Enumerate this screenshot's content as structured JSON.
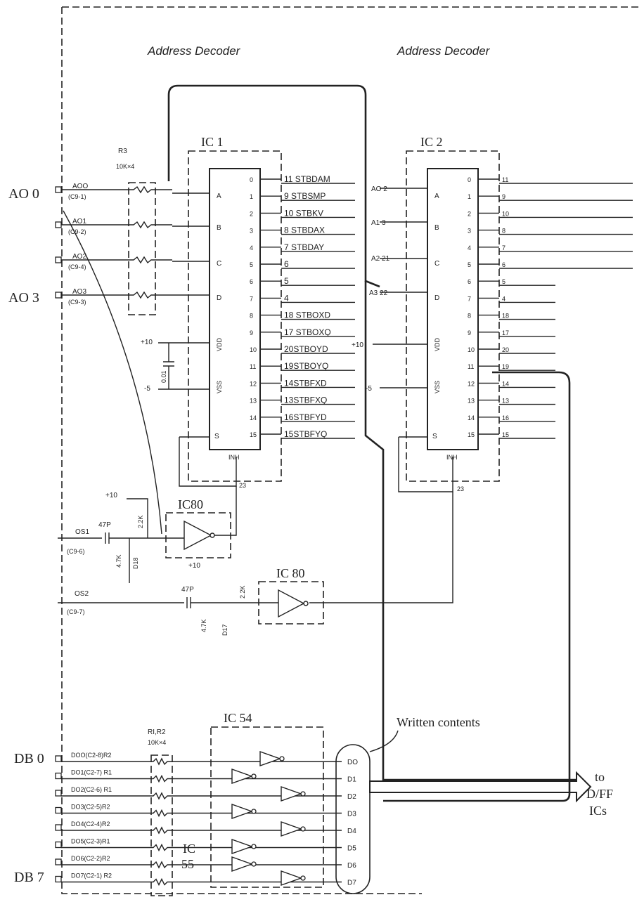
{
  "titles": {
    "left": "Address   Decoder",
    "right": "Address   Decoder"
  },
  "ic1": {
    "name": "IC 1",
    "inputs": [
      "A",
      "B",
      "C",
      "D"
    ],
    "supply": [
      "VDD",
      "VSS"
    ],
    "s": "S",
    "inh": "INH",
    "outputs": [
      "0",
      "1",
      "2",
      "3",
      "4",
      "5",
      "6",
      "7",
      "8",
      "9",
      "10",
      "11",
      "12",
      "13",
      "14",
      "15"
    ]
  },
  "ic2": {
    "name": "IC 2"
  },
  "resistors": {
    "r3": "R3",
    "r3v": "10K×4",
    "r12": "RI,R2",
    "r12v": "10K×4"
  },
  "ports": {
    "ao0": "AO 0",
    "ao3": "AO 3",
    "db0": "DB 0",
    "db7": "DB 7",
    "a_rows": [
      {
        "name": "AOO",
        "conn": "(C9-1)"
      },
      {
        "name": "AO1",
        "conn": "(C9-2)"
      },
      {
        "name": "AO2",
        "conn": "(C9-4)"
      },
      {
        "name": "AO3",
        "conn": "(C9-3)"
      }
    ],
    "os1": "OS1",
    "os1c": "(C9-6)",
    "os2": "OS2",
    "os2c": "(C9-7)",
    "d_rows": [
      "DOO(C2-8)R2",
      "DO1(C2-7) R1",
      "DO2(C2-6) R1",
      "DO3(C2-5)R2",
      "DO4(C2-4)R2",
      "DO5(C2-3)R1",
      "DO6(C2-2)R2",
      "DO7(C2-1) R2"
    ]
  },
  "strobes": [
    "11 STBDAM",
    "9 STBSMP",
    "10 STBKV",
    "8 STBDAX",
    "7 STBDAY",
    "6",
    "5",
    "4",
    "18 STBOXD",
    "17 STBOXQ",
    "20STBOYD",
    "19STBOYQ",
    "14STBFXD",
    "13STBFXQ",
    "16STBFYD",
    "15STBFYQ"
  ],
  "ic2_out": [
    "11",
    "9",
    "10",
    "8",
    "7",
    "6",
    "5",
    "4",
    "18",
    "17",
    "20",
    "19",
    "14",
    "13",
    "16",
    "15"
  ],
  "ic80": "IC80",
  "ic80b": "IC 80",
  "ic54": "IC 54",
  "ic55": "IC 55",
  "caps": {
    "c47a": "47P",
    "c47b": "47P",
    "c001": "0.01"
  },
  "res_small": {
    "r22a": "2.2K",
    "r22b": "2.2K",
    "r47a": "4.7K",
    "r47b": "4.7K"
  },
  "diodes": {
    "d18": "D18",
    "d17": "D17"
  },
  "rails": {
    "p10": "+10",
    "m5": "-5",
    "p10b": "+10"
  },
  "bus_labels": [
    "DO",
    "D1",
    "D2",
    "D3",
    "D4",
    "D5",
    "D6",
    "D7"
  ],
  "written": "Written contents",
  "to_label": [
    "to",
    "D/FF",
    "ICs"
  ]
}
